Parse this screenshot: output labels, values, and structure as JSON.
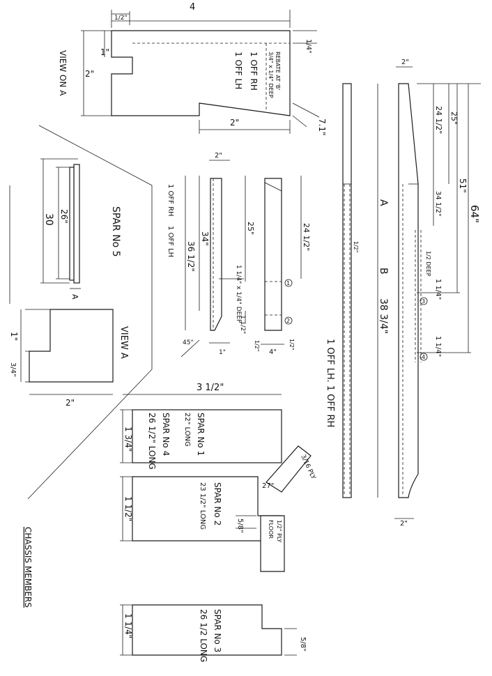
{
  "sheet_title": "CHASSIS MEMBERS",
  "view_on_a": {
    "title": "VIEW ON A",
    "dim_top": "4",
    "dim_half": "1/2\"",
    "dim_1": "1\"",
    "dim_2": "2\"",
    "dim_bottom": "2\"",
    "dim_quarter": "1/4\"",
    "angle": "7.1\"",
    "note_rebate": "REBATE AT 'B'",
    "note_rebate_size": "3/4\" x 1/4\" DEEP",
    "qty_rh": "1 OFF RH",
    "qty_lh": "1 OFF LH"
  },
  "spar5": {
    "title": "SPAR No 5",
    "dim_26": "26\"",
    "dim_30": "30",
    "label_a": "A"
  },
  "view_a": {
    "title": "VIEW A",
    "dim_1": "1\"",
    "dim_34": "3/4\"",
    "dim_2": "2\""
  },
  "center_member": {
    "qty_rh": "1 OFF RH",
    "qty_lh": "1 OFF LH",
    "dim_2": "2\"",
    "dim_34": "34\"",
    "dim_36": "36 1/2\"",
    "dim_25": "25\"",
    "dim_24": "24 1/2\"",
    "rebate": "1 1/4\" x 1/4\" DEEP",
    "dim_112": "1 1/2\"",
    "dim_4": "4\"",
    "dim_half_a": "1/2\"",
    "dim_half_b": "1/2\"",
    "dim_45": "45\"",
    "dim_1": "1\"",
    "mark_1": "1",
    "mark_2": "2"
  },
  "long_member": {
    "dim_2_top": "2\"",
    "dim_24": "24 1/2\"",
    "dim_25": "25\"",
    "dim_51": "51\"",
    "dim_64": "64\"",
    "dim_34": "34 1/2\"",
    "label_a": "A",
    "label_b": "B",
    "dim_38": "38 3/4\"",
    "deep": "1/2 DEEP",
    "dim_half": "1/2\"",
    "dim_114_a": "1 1/4\"",
    "dim_114_b": "1 1/4\"",
    "mark_3": "3",
    "mark_4": "4",
    "dim_2_bottom": "2\"",
    "qty": "1 OFF LH.  1 OFF RH"
  },
  "width_dim": "3 1/2\"",
  "spar1": {
    "name": "SPAR No 1",
    "len1": "22\" LONG",
    "name2": "SPAR No 4",
    "len2": "26 1/2\" LONG",
    "dim_left": "1 3/4\""
  },
  "spar2": {
    "name": "SPAR No 2",
    "len": "23 1/2\" LONG",
    "dim_left": "1 1/2\"",
    "angle": "27\"",
    "dim_58": "5/8\"",
    "ply1": "3/16 PLY",
    "ply2": "1/2\" PLY",
    "floor": "FLOOR"
  },
  "spar3": {
    "name": "SPAR No 3",
    "len": "26 1/2 LONG",
    "dim_left": "1 1/4\"",
    "dim_58": "5/8\""
  }
}
